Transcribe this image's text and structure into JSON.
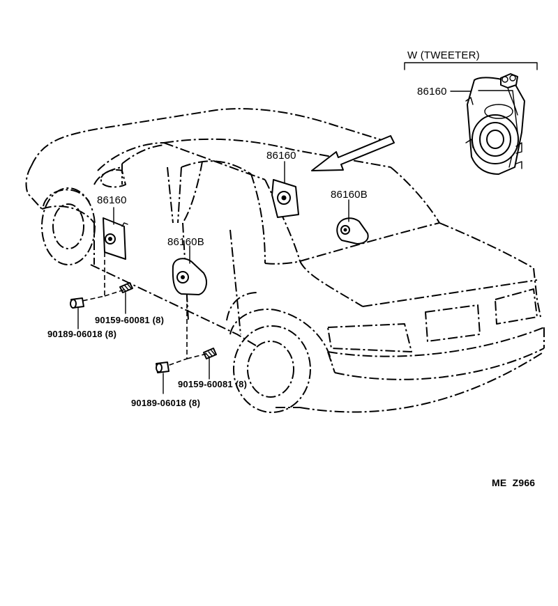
{
  "inset": {
    "title": "W (TWEETER)",
    "part": "86160"
  },
  "callouts": {
    "front_door_upper": "86160",
    "rear_window": "86160",
    "rear_window_b": "86160B",
    "front_door_lower": "86160B",
    "screw_front": "90159-60081 (8)",
    "nut_front": "90189-06018 (8)",
    "screw_rear": "90159-60081 (8)",
    "nut_rear": "90189-06018 (8)"
  },
  "reference": "ME  Z966"
}
